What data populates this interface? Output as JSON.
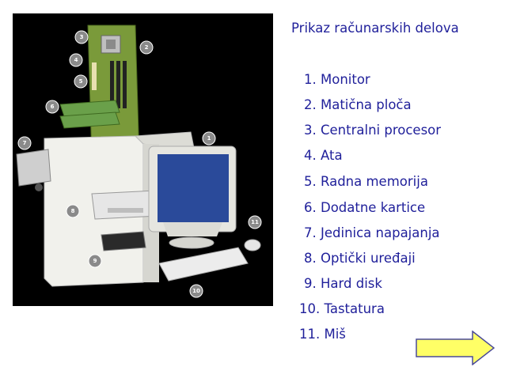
{
  "title": "Prikaz računarskih delova",
  "parts": [
    "1. Monitor",
    "2. Matična ploča",
    "3. Centralni procesor",
    "4. Ata",
    "5. Radna memorija",
    "6. Dodatne kartice",
    "7. Jedinica napajanja",
    "8. Optički uređaji",
    "9. Hard disk",
    "10. Tastatura",
    "11. Miš"
  ],
  "callouts": [
    "1",
    "2",
    "3",
    "4",
    "5",
    "6",
    "7",
    "8",
    "9",
    "10",
    "11"
  ],
  "colors": {
    "text": "#1f1f9a",
    "illustration_bg": "#000000",
    "arrow_fill": "#ffff66",
    "arrow_stroke": "#4a4a9a"
  },
  "icons": {
    "next": "right-arrow-icon"
  }
}
